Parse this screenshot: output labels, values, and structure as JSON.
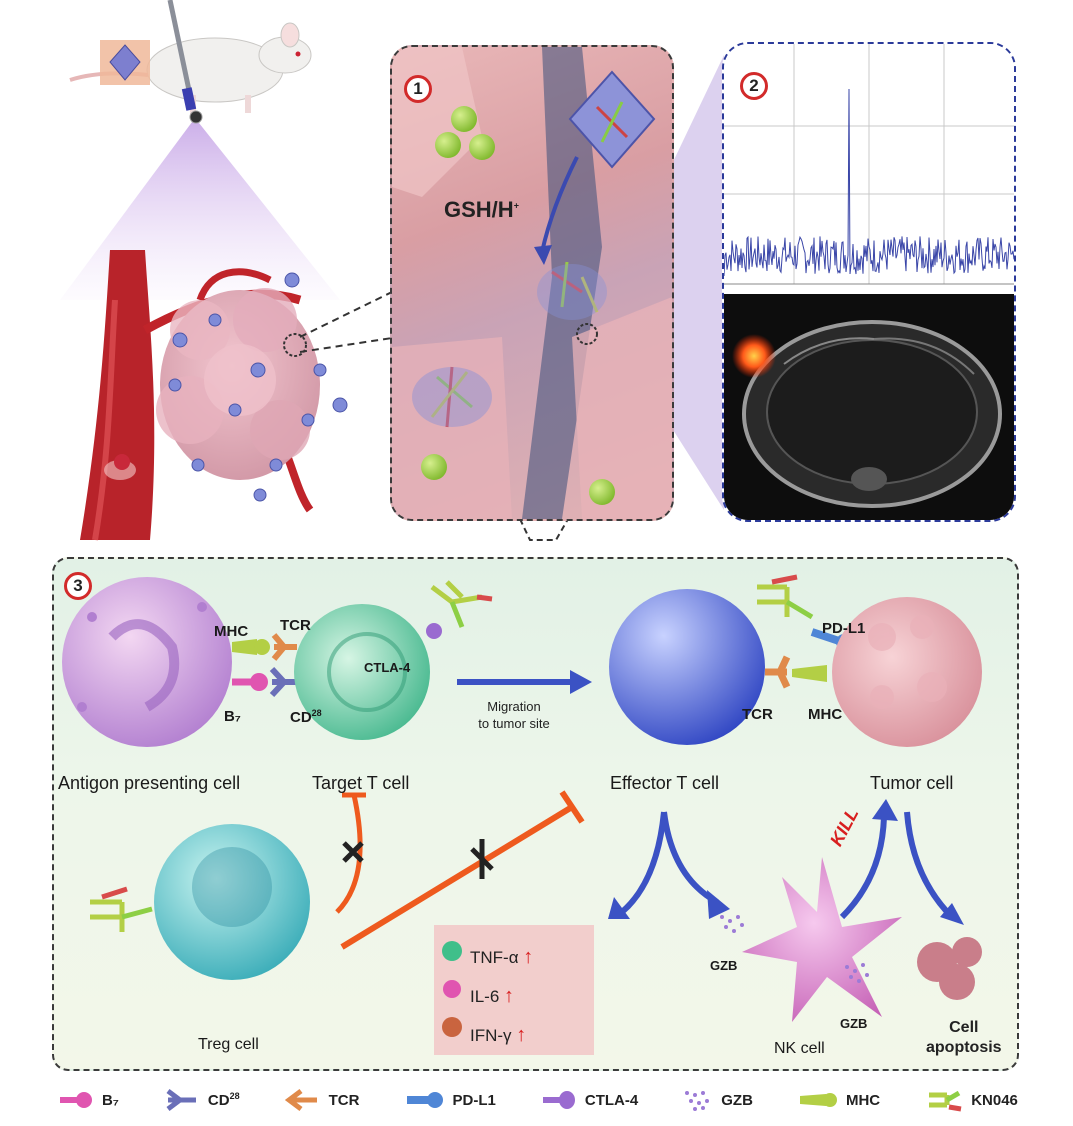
{
  "panel1": {
    "number": "1",
    "gsh_label": "GSH/H",
    "gsh_superscript": "+"
  },
  "panel2": {
    "number": "2"
  },
  "panel3": {
    "number": "3",
    "labels": {
      "mhc_left": "MHC",
      "tcr_left": "TCR",
      "ctla4": "CTLA-4",
      "b7": "B₇",
      "cd28": "CD",
      "cd28_sup": "28",
      "pdl1": "PD-L1",
      "tcr_right": "TCR",
      "mhc_right": "MHC",
      "migration_line1": "Migration",
      "migration_line2": "to tumor site",
      "kill": "KILL",
      "gzb_1": "GZB",
      "gzb_2": "GZB"
    },
    "captions": {
      "apc": "Antigon presenting cell",
      "target_t": "Target T cell",
      "effector_t": "Effector T cell",
      "tumor": "Tumor cell",
      "treg": "Treg cell",
      "nk": "NK cell",
      "apoptosis_line1": "Cell",
      "apoptosis_line2": "apoptosis"
    },
    "cytokines": [
      {
        "name": "TNF-α",
        "arrow": "↑"
      },
      {
        "name": "IL-6",
        "arrow": "↑"
      },
      {
        "name": "IFN-γ",
        "arrow": "↑"
      }
    ]
  },
  "legend": [
    {
      "label": "B₇",
      "sup": "",
      "icon": "b7-icon",
      "color": "#e055b0"
    },
    {
      "label": "CD",
      "sup": "28",
      "icon": "cd28-icon",
      "color": "#6a6fb8"
    },
    {
      "label": "TCR",
      "sup": "",
      "icon": "tcr-icon",
      "color": "#e08a4a"
    },
    {
      "label": "PD-L1",
      "sup": "",
      "icon": "pdl1-icon",
      "color": "#4f86d6"
    },
    {
      "label": "CTLA-4",
      "sup": "",
      "icon": "ctla4-icon",
      "color": "#9a6bd0"
    },
    {
      "label": "GZB",
      "sup": "",
      "icon": "gzb-icon",
      "color": "#9c7bd6"
    },
    {
      "label": "MHC",
      "sup": "",
      "icon": "mhc-icon",
      "color": "#b3cf45"
    },
    {
      "label": "KN046",
      "sup": "",
      "icon": "kn046-icon",
      "color": "#8dcf45"
    }
  ],
  "colors": {
    "badge_ring": "#d22a2a",
    "inhibit_line": "#ee5a1e",
    "flow_arrow": "#3b52c4",
    "up_arrow": "#d81f1f",
    "kill_text": "#d81f1f"
  }
}
